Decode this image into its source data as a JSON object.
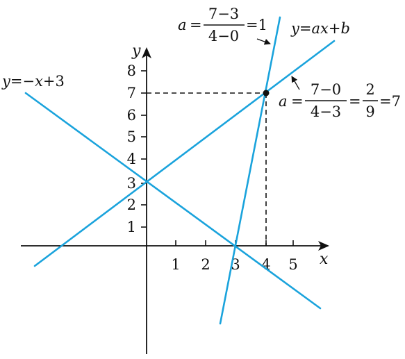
{
  "colors": {
    "line": "#1aa3dc",
    "axis": "#111111",
    "guide": "#111111",
    "background": "#ffffff"
  },
  "axes": {
    "x_label": "x",
    "y_label": "y",
    "x_ticks": [
      "1",
      "2",
      "3",
      "4",
      "5"
    ],
    "y_ticks": [
      "1",
      "2",
      "3",
      "4",
      "5",
      "6",
      "7",
      "8"
    ]
  },
  "lines": [
    {
      "label": {
        "y": "y",
        "eq": "=−",
        "x": "x",
        "rest": "+3"
      }
    },
    {
      "label": {
        "y": "y",
        "eq": "=",
        "a": "a",
        "x": "x",
        "plus": "+",
        "b": "b"
      }
    },
    {
      "label": ""
    }
  ],
  "annotations": {
    "slope_1": {
      "a": "a",
      "eq": "=",
      "num": "7−3",
      "den": "4−0",
      "result": "=1"
    },
    "slope_2": {
      "a": "a",
      "eq": "=",
      "num1": "7−0",
      "den1": "4−3",
      "eq2": "=",
      "num2": "2",
      "den2": "9",
      "result": "=7"
    }
  },
  "point": {
    "x": 4,
    "y": 7
  }
}
